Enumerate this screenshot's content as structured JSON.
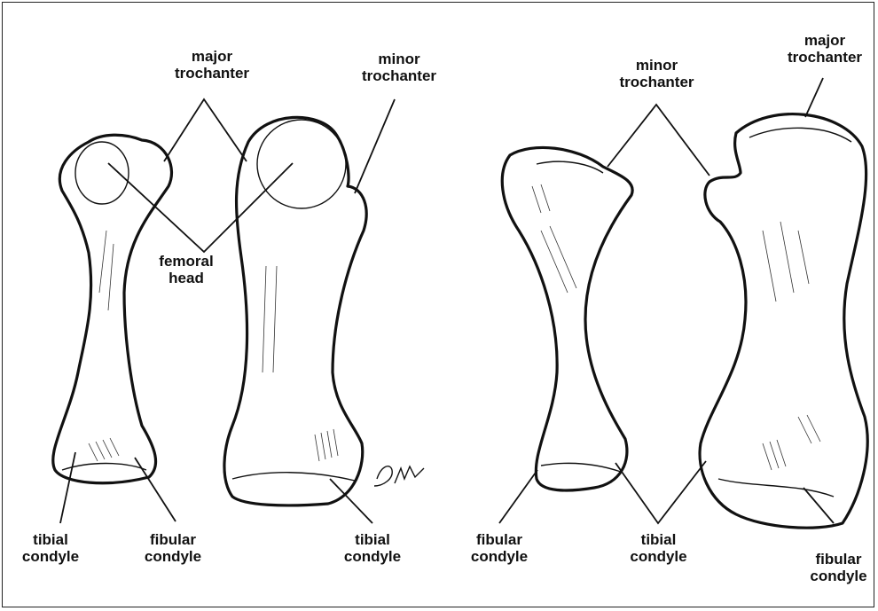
{
  "figure": {
    "signature": "DW",
    "labels": {
      "major_trochanter_left": "major\ntrochanter",
      "minor_trochanter_left": "minor\ntrochanter",
      "femoral_head": "femoral\nhead",
      "tibial_condyle_1": "tibial\ncondyle",
      "fibular_condyle_1": "fibular\ncondyle",
      "tibial_condyle_2": "tibial\ncondyle",
      "minor_trochanter_right": "minor\ntrochanter",
      "major_trochanter_right": "major\ntrochanter",
      "fibular_condyle_2": "fibular\ncondyle",
      "tibial_condyle_3": "tibial\ncondyle",
      "fibular_condyle_3": "fibular\ncondyle"
    }
  }
}
